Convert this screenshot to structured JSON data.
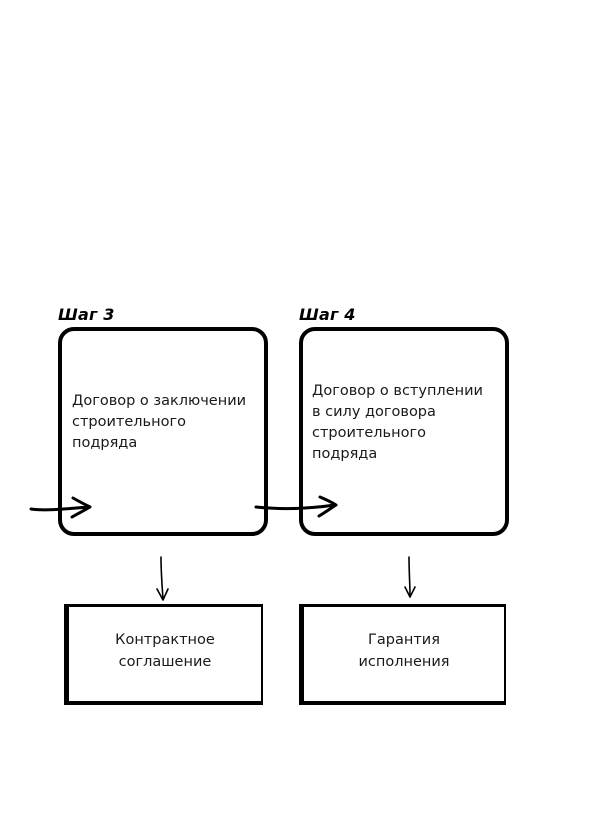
{
  "steps": [
    {
      "label": "Шаг 3",
      "text": "Договор о заключении\nстроительного\nподряда"
    },
    {
      "label": "Шаг 4",
      "text": "Договор о вступлении\nв силу договора\nстроительного\nподряда"
    }
  ],
  "documents": [
    {
      "text": "Контрактное\nсоглашение"
    },
    {
      "text": "Гарантия\nисполнения"
    }
  ]
}
